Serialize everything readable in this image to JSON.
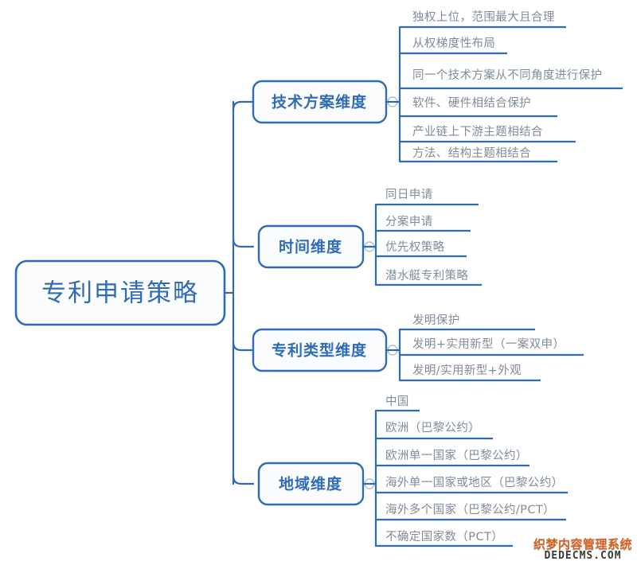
{
  "diagram": {
    "type": "mindmap",
    "orientation": "left-to-right",
    "accent_color": "#2f6cb5",
    "leaf_text_color": "#7f8c9b",
    "background_color": "#ffffff",
    "root": {
      "label": "专利申请策略"
    },
    "branches": [
      {
        "label": "技术方案维度",
        "toggle": "collapse-toggle-icon",
        "leaves": [
          "独权上位，范围最大且合理",
          "从权梯度性布局",
          "同一个技术方案从不同角度进行保护",
          "软件、硬件相结合保护",
          "产业链上下游主题相结合",
          "方法、结构主题相结合"
        ]
      },
      {
        "label": "时间维度",
        "toggle": "collapse-toggle-icon",
        "leaves": [
          "同日申请",
          "分案申请",
          "优先权策略",
          "潜水艇专利策略"
        ]
      },
      {
        "label": "专利类型维度",
        "toggle": "collapse-toggle-icon",
        "leaves": [
          "发明保护",
          "发明+实用新型（一案双申）",
          "发明/实用新型+外观"
        ]
      },
      {
        "label": "地域维度",
        "toggle": "collapse-toggle-icon",
        "leaves": [
          "中国",
          "欧洲（巴黎公约）",
          "欧洲单一国家（巴黎公约）",
          "海外单一国家或地区（巴黎公约）",
          "海外多个国家（巴黎公约/PCT）",
          "不确定国家数（PCT）"
        ]
      }
    ]
  },
  "watermark": {
    "line1": "织梦内容管理系统",
    "line2": "DEDECMS.COM"
  }
}
